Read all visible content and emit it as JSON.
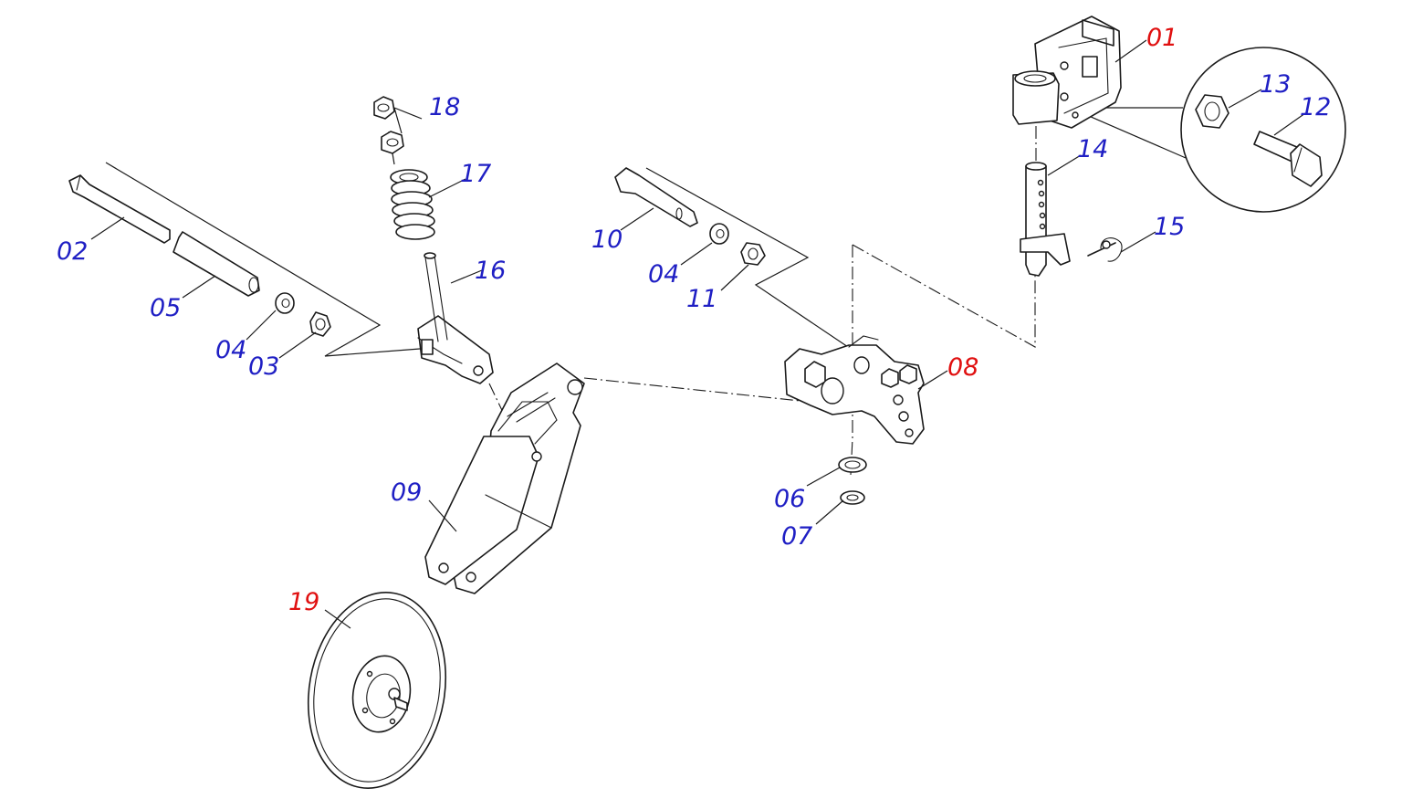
{
  "diagram": {
    "callout_colors": {
      "standard": "#1f1fc4",
      "highlighted": "#e01010"
    },
    "callouts": [
      {
        "id": "01",
        "text": "01",
        "color": "highlighted"
      },
      {
        "id": "02",
        "text": "02",
        "color": "standard"
      },
      {
        "id": "03",
        "text": "03",
        "color": "standard"
      },
      {
        "id": "04a",
        "text": "04",
        "color": "standard"
      },
      {
        "id": "04b",
        "text": "04",
        "color": "standard"
      },
      {
        "id": "05",
        "text": "05",
        "color": "standard"
      },
      {
        "id": "06",
        "text": "06",
        "color": "standard"
      },
      {
        "id": "07",
        "text": "07",
        "color": "standard"
      },
      {
        "id": "08",
        "text": "08",
        "color": "highlighted"
      },
      {
        "id": "09",
        "text": "09",
        "color": "standard"
      },
      {
        "id": "10",
        "text": "10",
        "color": "standard"
      },
      {
        "id": "11",
        "text": "11",
        "color": "standard"
      },
      {
        "id": "12",
        "text": "12",
        "color": "standard"
      },
      {
        "id": "13",
        "text": "13",
        "color": "standard"
      },
      {
        "id": "14",
        "text": "14",
        "color": "standard"
      },
      {
        "id": "15",
        "text": "15",
        "color": "standard"
      },
      {
        "id": "16",
        "text": "16",
        "color": "standard"
      },
      {
        "id": "17",
        "text": "17",
        "color": "standard"
      },
      {
        "id": "18",
        "text": "18",
        "color": "standard"
      },
      {
        "id": "19",
        "text": "19",
        "color": "highlighted"
      }
    ]
  }
}
